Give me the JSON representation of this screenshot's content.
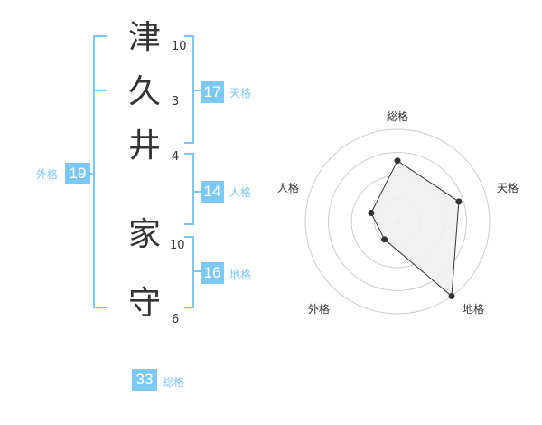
{
  "name": {
    "chars": [
      {
        "char": "津",
        "strokes": "10"
      },
      {
        "char": "久",
        "strokes": "3"
      },
      {
        "char": "井",
        "strokes": "4"
      },
      {
        "char": "家",
        "strokes": "10"
      },
      {
        "char": "守",
        "strokes": "6"
      }
    ]
  },
  "fortunes": {
    "tenkaku": {
      "value": "17",
      "label": "天格"
    },
    "jinkaku": {
      "value": "14",
      "label": "人格"
    },
    "chikaku": {
      "value": "16",
      "label": "地格"
    },
    "gaikaku": {
      "value": "19",
      "label": "外格"
    },
    "soukaku": {
      "value": "33",
      "label": "総格"
    }
  },
  "radar": {
    "axes": [
      "総格",
      "天格",
      "地格",
      "外格",
      "人格"
    ],
    "values": [
      3.3,
      3.5,
      5.0,
      1.2,
      1.5
    ],
    "max": 5,
    "rings": 4,
    "fill": "#f0f0f0",
    "stroke": "#333333"
  },
  "colors": {
    "accent": "#7cc8f5"
  }
}
